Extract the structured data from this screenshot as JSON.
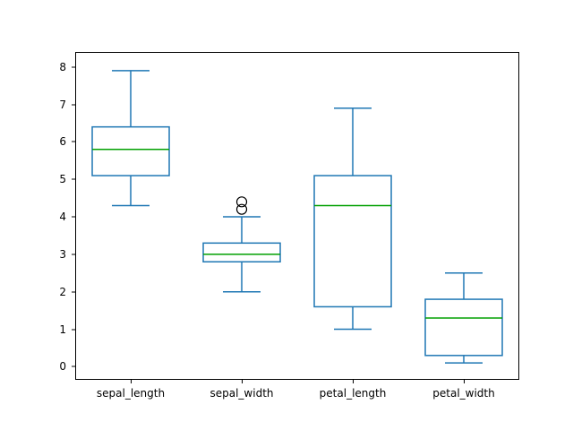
{
  "chart_data": {
    "type": "box",
    "title": "",
    "xlabel": "",
    "ylabel": "",
    "categories": [
      "sepal_length",
      "sepal_width",
      "petal_length",
      "petal_width"
    ],
    "ylim": [
      -0.35,
      8.4
    ],
    "yticks": [
      0,
      1,
      2,
      3,
      4,
      5,
      6,
      7,
      8
    ],
    "ytick_labels": [
      "0",
      "1",
      "2",
      "3",
      "4",
      "5",
      "6",
      "7",
      "8"
    ],
    "xticks": [
      1,
      2,
      3,
      4
    ],
    "grid": false,
    "legend": null,
    "colors": {
      "box": "#1f77b4",
      "whisker": "#1f77b4",
      "cap": "#1f77b4",
      "median": "#00a000",
      "flier_edge": "#000000",
      "axes_frame": "#000000",
      "background": "#ffffff"
    },
    "boxes": [
      {
        "label": "sepal_length",
        "whisker_low": 4.3,
        "q1": 5.1,
        "median": 5.8,
        "q3": 6.4,
        "whisker_high": 7.9,
        "outliers": []
      },
      {
        "label": "sepal_width",
        "whisker_low": 2.0,
        "q1": 2.8,
        "median": 3.0,
        "q3": 3.3,
        "whisker_high": 4.0,
        "outliers": [
          4.2,
          4.4
        ]
      },
      {
        "label": "petal_length",
        "whisker_low": 1.0,
        "q1": 1.6,
        "median": 4.3,
        "q3": 5.1,
        "whisker_high": 6.9,
        "outliers": []
      },
      {
        "label": "petal_width",
        "whisker_low": 0.1,
        "q1": 0.3,
        "median": 1.3,
        "q3": 1.8,
        "whisker_high": 2.5,
        "outliers": []
      }
    ]
  }
}
